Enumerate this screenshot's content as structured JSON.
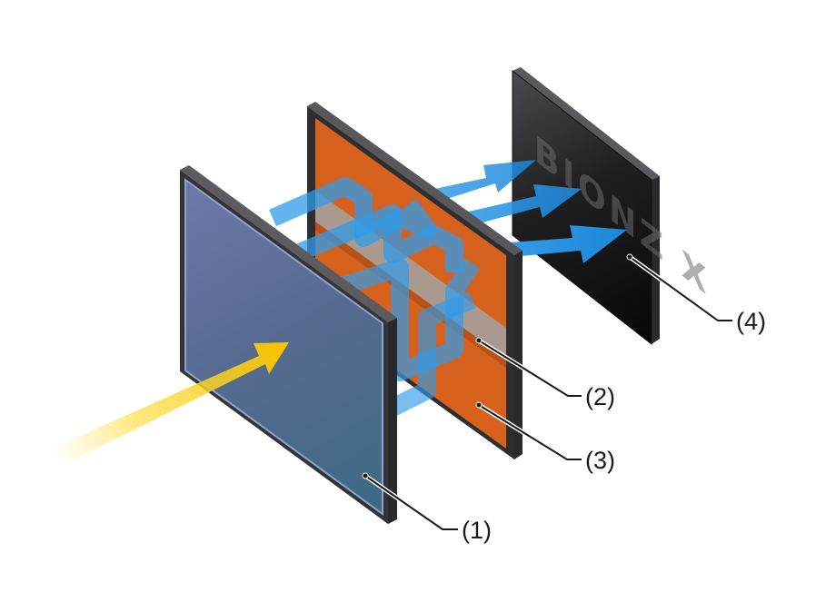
{
  "callouts": {
    "c1": "(1)",
    "c2": "(2)",
    "c3": "(3)",
    "c4": "(4)"
  },
  "logo_text": "BIONZ X",
  "colors": {
    "sensor_face": "#5a6c96",
    "frame": "#2f2f31",
    "circuit_orange": "#d9641f",
    "circuit_grey": "#9a9a9a",
    "processor_face": "#151517",
    "light_arrow": "#f2c400",
    "data_arrow": "#1e90e0"
  }
}
